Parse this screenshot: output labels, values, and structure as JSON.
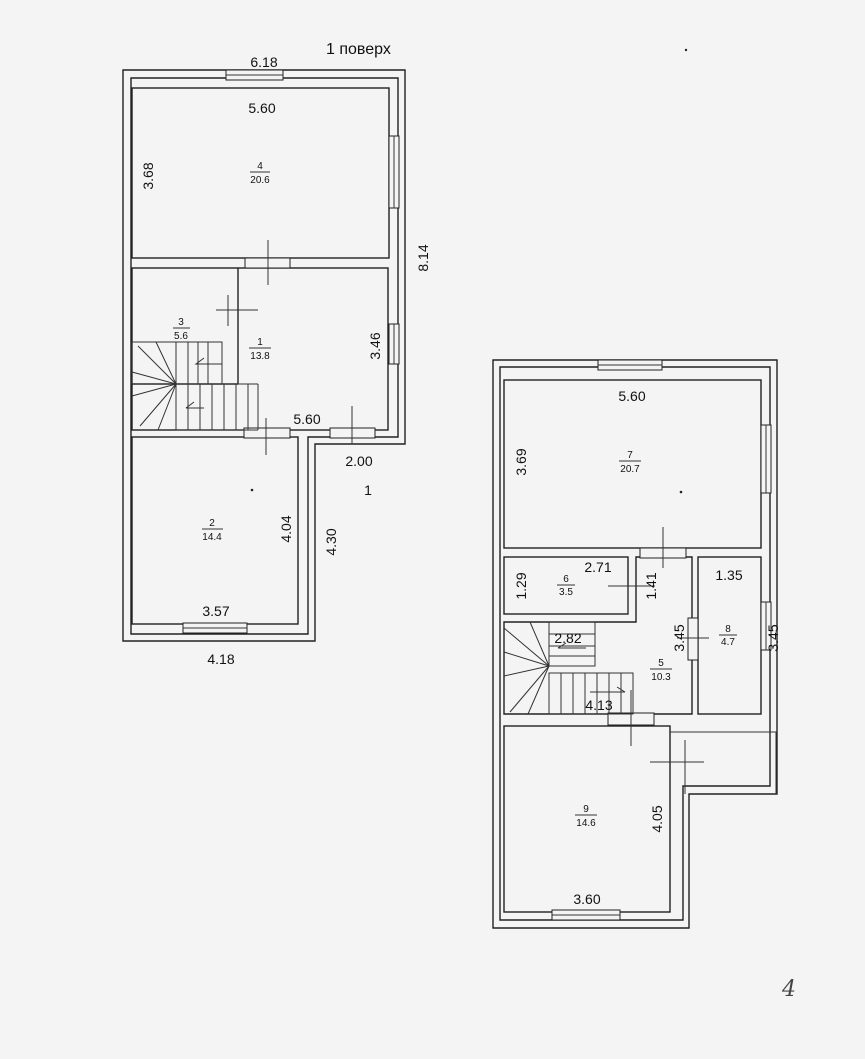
{
  "title": "1 поверх",
  "floor1": {
    "marker": "1",
    "dims": {
      "top_total": "6.18",
      "room4_width": "5.60",
      "room4_height": "3.68",
      "right_total": "8.14",
      "room1_height": "3.46",
      "mid_width": "5.60",
      "porch_width": "2.00",
      "room2_height": "4.04",
      "porch_height": "4.30",
      "room2_width": "3.57",
      "bottom_total": "4.18"
    },
    "rooms": [
      {
        "num": "4",
        "area": "20.6"
      },
      {
        "num": "3",
        "area": "5.6"
      },
      {
        "num": "1",
        "area": "13.8"
      },
      {
        "num": "2",
        "area": "14.4"
      }
    ]
  },
  "floor2": {
    "dims": {
      "room7_width": "5.60",
      "room7_height": "3.69",
      "room6_height": "1.29",
      "room6_width": "2.71",
      "hall_top": "1.41",
      "room8_width": "1.35",
      "hall_height": "3.45",
      "room8_height": "3.45",
      "stair_width": "2.82",
      "hall_width": "4.13",
      "room9_height": "4.05",
      "room9_width": "3.60"
    },
    "rooms": [
      {
        "num": "7",
        "area": "20.7"
      },
      {
        "num": "6",
        "area": "3.5"
      },
      {
        "num": "8",
        "area": "4.7"
      },
      {
        "num": "5",
        "area": "10.3"
      },
      {
        "num": "9",
        "area": "14.6"
      }
    ]
  },
  "handwritten_mark": "4"
}
